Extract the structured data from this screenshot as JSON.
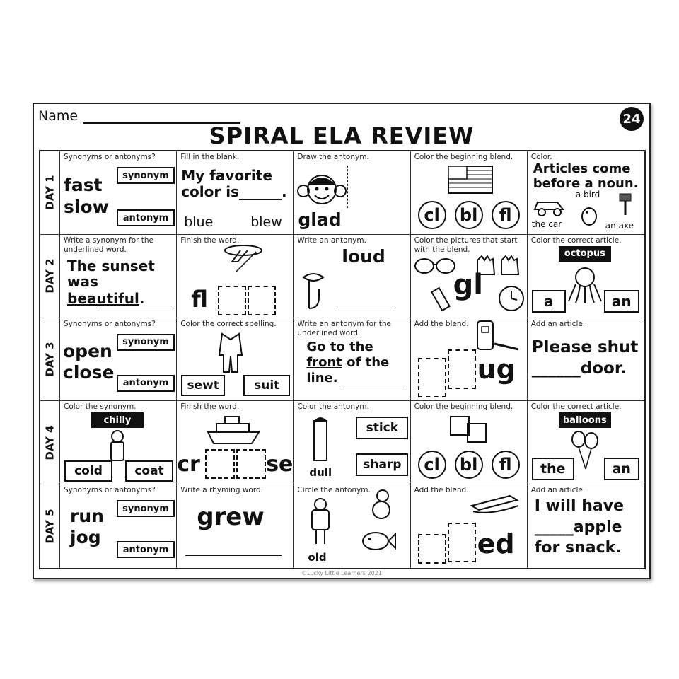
{
  "header": {
    "name_label": "Name",
    "page_number": "24",
    "title": "SPIRAL ELA REVIEW"
  },
  "days": [
    "DAY 1",
    "DAY 2",
    "DAY 3",
    "DAY 4",
    "DAY 5"
  ],
  "d1": {
    "syn": {
      "dir": "Synonyms or antonyms?",
      "w1": "fast",
      "w2": "slow",
      "opt1": "synonym",
      "opt2": "antonym"
    },
    "fill": {
      "dir": "Fill in the blank.",
      "sentence1": "My favorite",
      "sentence2": "color is______.",
      "opt1": "blue",
      "opt2": "blew"
    },
    "draw": {
      "dir": "Draw the antonym.",
      "word": "glad"
    },
    "blend": {
      "dir": "Color the beginning blend.",
      "opts": [
        "cl",
        "bl",
        "fl"
      ]
    },
    "article": {
      "dir": "Color.",
      "rule1": "Articles come",
      "rule2": "before a noun.",
      "ex1": "the car",
      "ex2": "a bird",
      "ex3": "an axe"
    }
  },
  "d2": {
    "syn": {
      "dir": "Write a synonym for the underlined word.",
      "s1": "The sunset",
      "s2a": "was ",
      "s2b": "beautiful",
      "s2c": "."
    },
    "finish": {
      "dir": "Finish the word.",
      "start": "fl"
    },
    "ant": {
      "dir": "Write an antonym.",
      "word": "loud"
    },
    "blend": {
      "dir": "Color the pictures that start with the blend.",
      "blend": "gl"
    },
    "article": {
      "dir": "Color the correct article.",
      "noun": "octopus",
      "opt1": "a",
      "opt2": "an"
    }
  },
  "d3": {
    "syn": {
      "dir": "Synonyms or antonyms?",
      "w1": "open",
      "w2": "close",
      "opt1": "synonym",
      "opt2": "antonym"
    },
    "spell": {
      "dir": "Color the correct spelling.",
      "opt1": "sewt",
      "opt2": "suit"
    },
    "ant": {
      "dir": "Write an antonym for the underlined word.",
      "s1": "Go to the",
      "s2a": "front",
      "s2b": " of the",
      "s3": "line."
    },
    "blend": {
      "dir": "Add the blend.",
      "end": "ug"
    },
    "article": {
      "dir": "Add an article.",
      "s1": "Please shut",
      "s2": "______door."
    }
  },
  "d4": {
    "syn": {
      "dir": "Color the synonym.",
      "word": "chilly",
      "opt1": "cold",
      "opt2": "coat"
    },
    "finish": {
      "dir": "Finish the word.",
      "start": "cr",
      "end": "se"
    },
    "ant": {
      "dir": "Color the antonym.",
      "label": "dull",
      "opt1": "stick",
      "opt2": "sharp"
    },
    "blend": {
      "dir": "Color the beginning blend.",
      "opts": [
        "cl",
        "bl",
        "fl"
      ]
    },
    "article": {
      "dir": "Color the correct article.",
      "noun": "balloons",
      "opt1": "the",
      "opt2": "an"
    }
  },
  "d5": {
    "syn": {
      "dir": "Synonyms or antonyms?",
      "w1": "run",
      "w2": "jog",
      "opt1": "synonym",
      "opt2": "antonym"
    },
    "rhyme": {
      "dir": "Write a rhyming word.",
      "word": "grew"
    },
    "circle": {
      "dir": "Circle the antonym.",
      "label": "old"
    },
    "blend": {
      "dir": "Add the blend.",
      "end": "ed"
    },
    "article": {
      "dir": "Add an article.",
      "s1": "I will have",
      "s2": "_____apple",
      "s3": "for snack."
    }
  },
  "footer": "©Lucky Little Learners 2021"
}
